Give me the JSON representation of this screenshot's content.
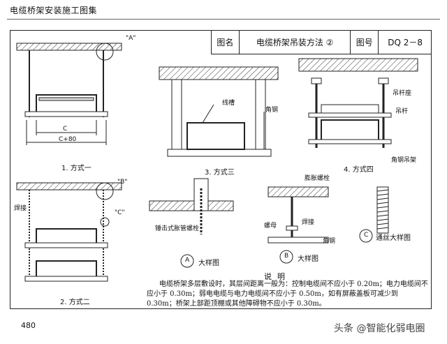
{
  "header": {
    "title": "电缆桥架安装施工图集"
  },
  "title_block": {
    "label1": "图名",
    "name": "电缆桥架吊装方法  ②",
    "label2": "图号",
    "number": "DQ 2－8"
  },
  "figures": {
    "fig1": {
      "caption": "1. 方式一",
      "label_a": "\"A\"",
      "dim_c": "C",
      "dim_c80": "C+80"
    },
    "fig2": {
      "caption": "2. 方式二",
      "label_b": "\"B\"",
      "label_c": "\"C\"",
      "weld": "焊接"
    },
    "fig3": {
      "caption": "3. 方式三",
      "trough": "线槽",
      "angle": "角钢"
    },
    "fig4": {
      "caption": "4. 方式四",
      "lifting_base": "吊杆座",
      "rod": "吊杆",
      "angle_hanger": "角钢吊架"
    },
    "detail_a": {
      "label": "A",
      "caption": "大样图",
      "bolt": "锤击式胀管螺栓"
    },
    "detail_b": {
      "label": "B",
      "caption": "大样图",
      "expansion": "膨胀螺栓",
      "weld": "焊接",
      "nut": "螺母",
      "angle": "角钢"
    },
    "detail_c": {
      "label": "C",
      "caption": "通丝大样图"
    }
  },
  "note": {
    "heading": "说明",
    "text": "电缆桥架多层敷设时，其层间距离一般为：控制电缆间不应小于 0.20m；电力电缆间不应小于 0.30m；弱电电缆与电力电缆间不应小于 0.50m，如有屏蔽盖板可减少到 0.30m；桥架上部距顶棚或其他障碍物不应小于 0.30m。"
  },
  "footer": {
    "page": "480",
    "watermark": "头条 @智能化弱电圈"
  }
}
